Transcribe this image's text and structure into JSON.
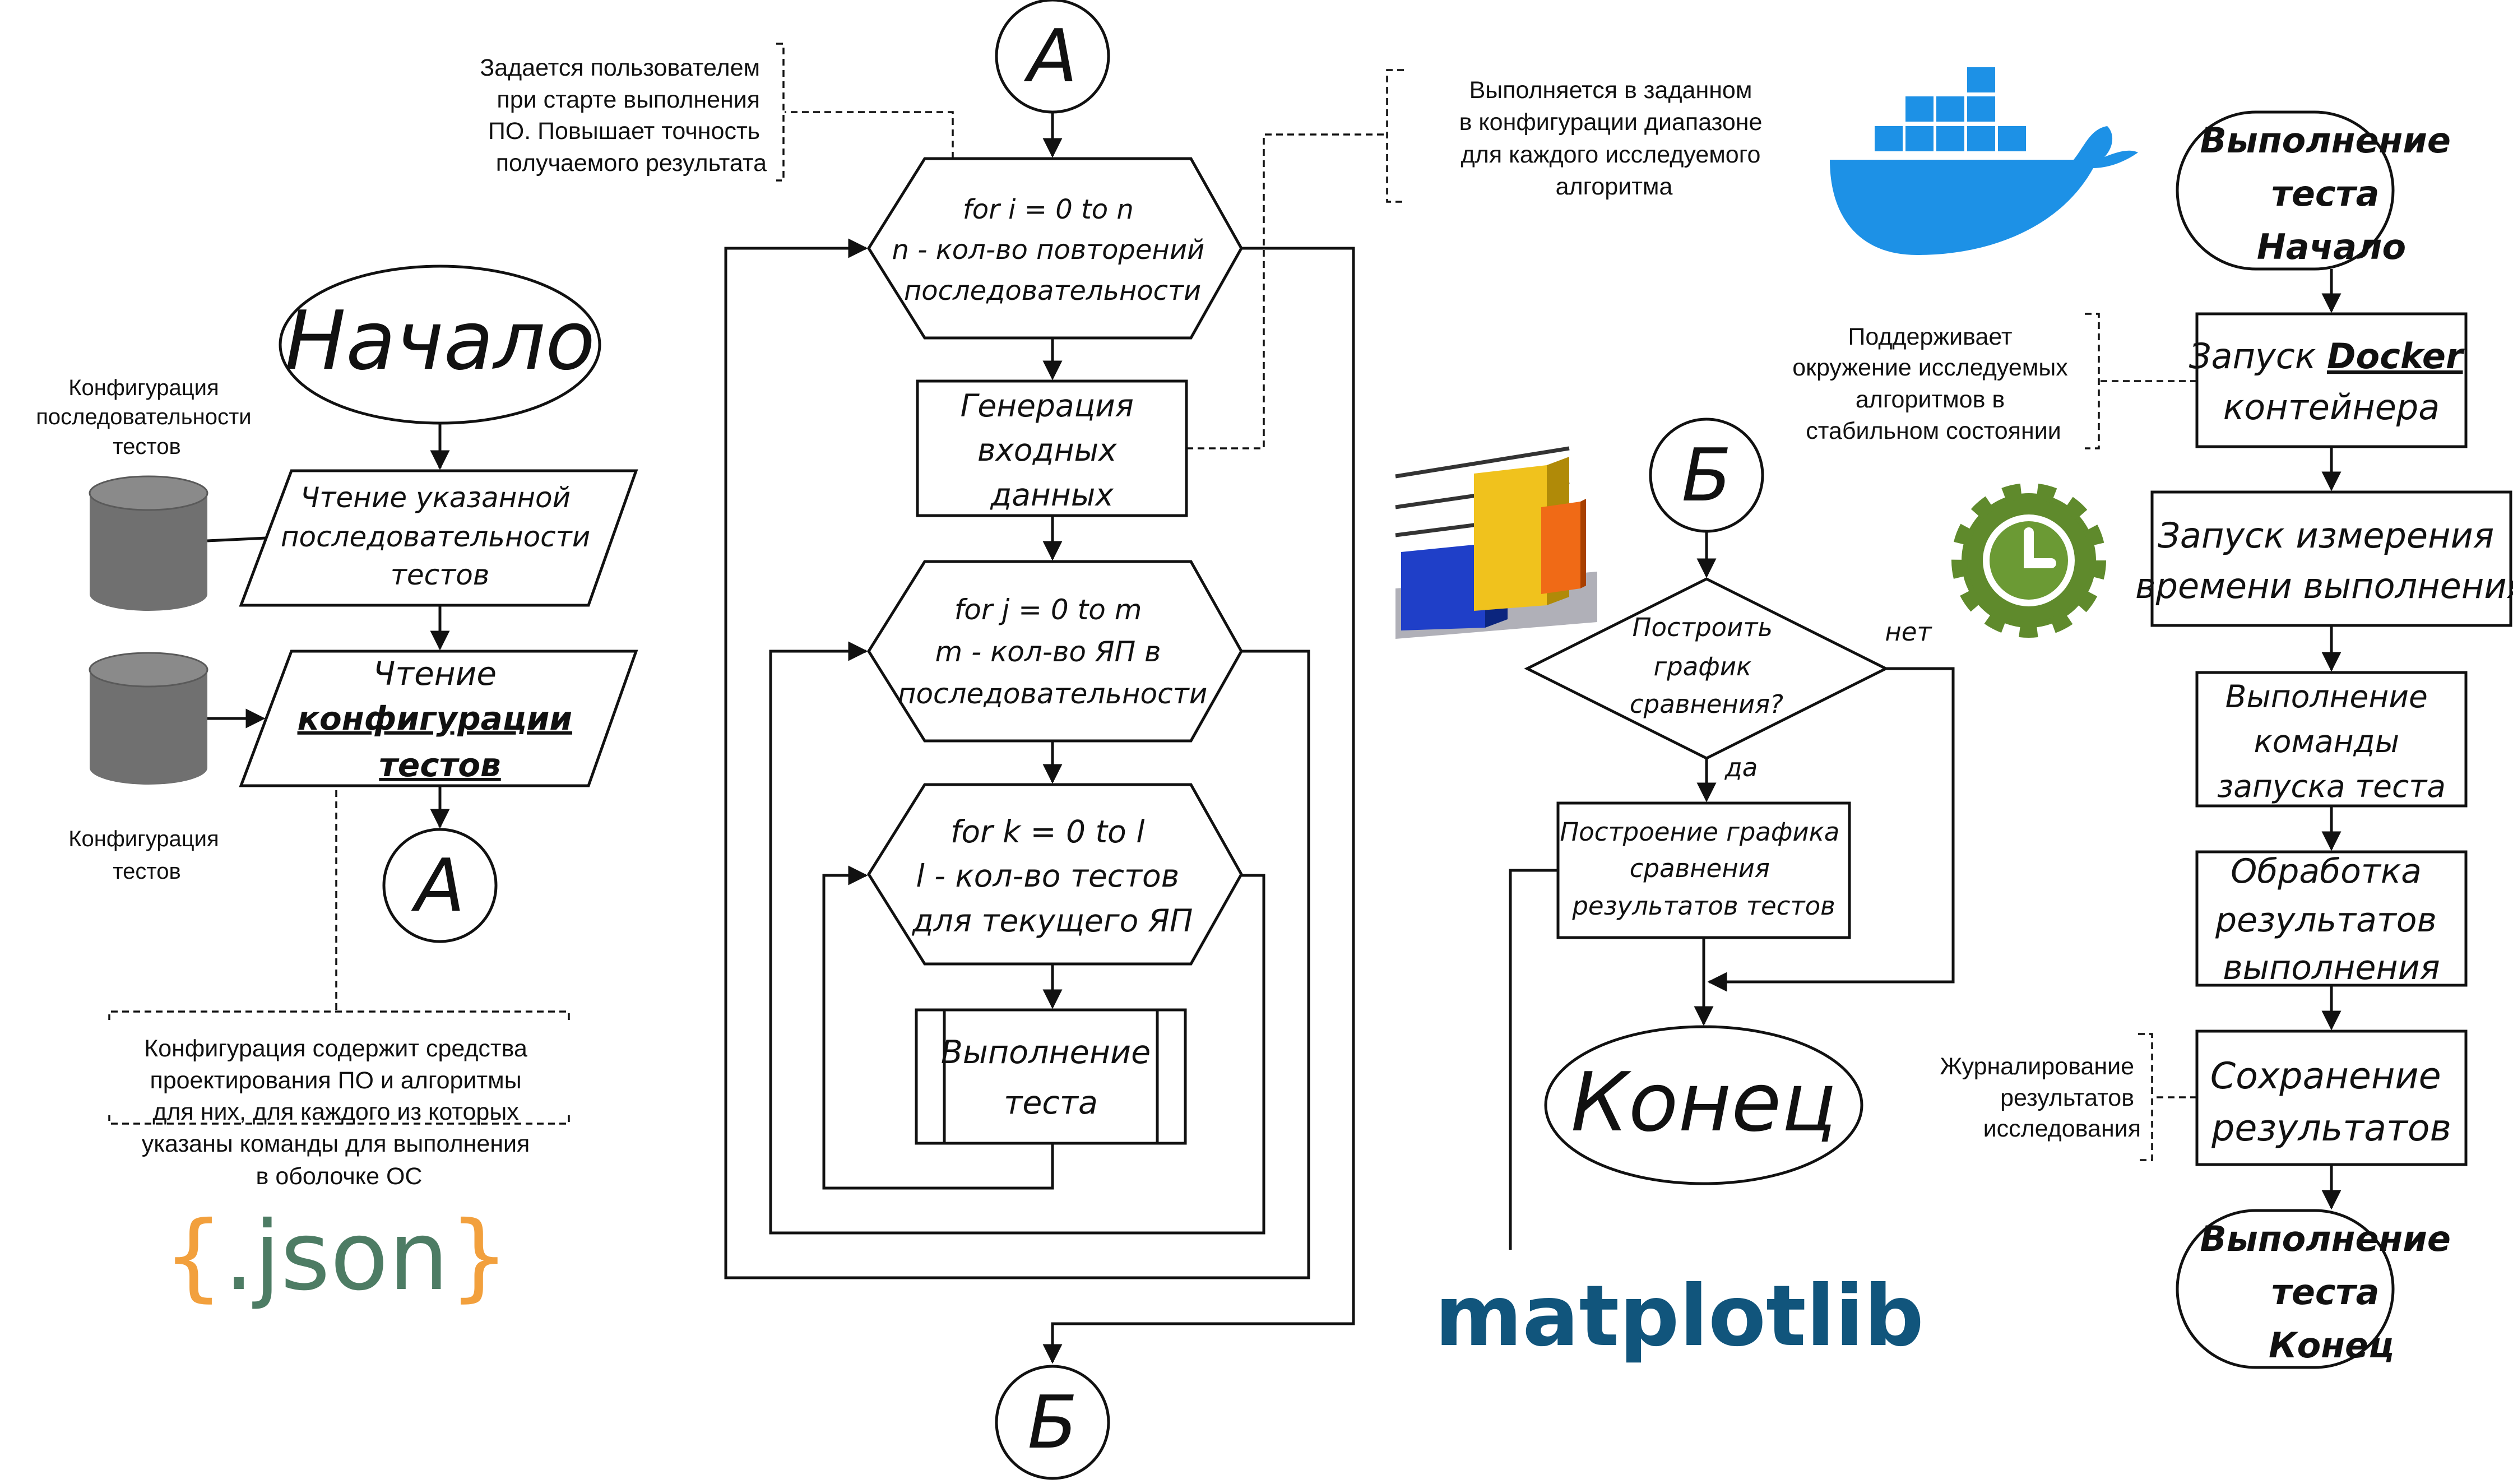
{
  "left": {
    "start": "Начало",
    "read_sequence": [
      "Чтение указанной",
      "последовательности",
      "тестов"
    ],
    "read_config": [
      "Чтение",
      "конфигурации",
      "тестов"
    ],
    "db_sequence_label": [
      "Конфигурация",
      "последовательности",
      "тестов"
    ],
    "db_config_label": [
      "Конфигурация",
      "тестов"
    ],
    "connector_a": "А",
    "config_note": [
      "Конфигурация содержит средства",
      "проектирования ПО и алгоритмы",
      "для них, для каждого из которых",
      "указаны команды для выполнения",
      "в оболочке ОС"
    ],
    "json_logo": "{.json}"
  },
  "middle": {
    "connector_a_top": "А",
    "loop_i": [
      "for i = 0 to n",
      "n - кол-во повторений",
      "последовательности"
    ],
    "generation": [
      "Генерация",
      "входных",
      "данных"
    ],
    "loop_j": [
      "for j = 0 to m",
      "m - кол-во ЯП в",
      "последовательности"
    ],
    "loop_k": [
      "for k = 0 to l",
      "l - кол-во тестов",
      "для текущего ЯП"
    ],
    "run_test": [
      "Выполнение",
      "теста"
    ],
    "connector_b_bottom": "Б",
    "note_repetitions": [
      "Задается пользователем",
      "при старте выполнения",
      "ПО. Повышает точность",
      "получаемого результата"
    ],
    "note_range": [
      "Выполняется в заданном",
      "в конфигурации диапазоне",
      "для каждого исследуемого",
      "алгоритма"
    ]
  },
  "center": {
    "connector_b": "Б",
    "decision": [
      "Построить",
      "график",
      "сравнения?"
    ],
    "no_label": "нет",
    "yes_label": "да",
    "build_chart": [
      "Построение графика",
      "сравнения",
      "результатов тестов"
    ],
    "end": "Конец",
    "matplotlib_logo": "matplotlib"
  },
  "right": {
    "start": [
      "Выполнение",
      "теста",
      "Начало"
    ],
    "docker": [
      "Запуск",
      "Docker",
      "контейнера"
    ],
    "timer": [
      "Запуск измерения",
      "времени выполнения"
    ],
    "command": [
      "Выполнение",
      "команды",
      "запуска теста"
    ],
    "processing": [
      "Обработка",
      "результатов",
      "выполнения"
    ],
    "save": [
      "Сохранение",
      "результатов"
    ],
    "end": [
      "Выполнение",
      "теста",
      "Конец"
    ],
    "docker_note": [
      "Поддерживает",
      "окружение исследуемых",
      "алгоритмов в",
      "стабильном состоянии"
    ],
    "log_note": [
      "Журналирование",
      "результатов",
      "исследования"
    ]
  },
  "colors": {
    "docker_blue": "#1d91e6",
    "json_orange": "#f2a03d",
    "json_green": "#4d7c64",
    "matplotlib_blue": "#11557c",
    "gear_green": "#5f8a2c",
    "db_gray": "#707070"
  },
  "icons": {
    "docker": "docker-whale-icon",
    "timer": "gear-clock-icon",
    "chart": "bar-chart-icon",
    "database": "database-icon"
  }
}
